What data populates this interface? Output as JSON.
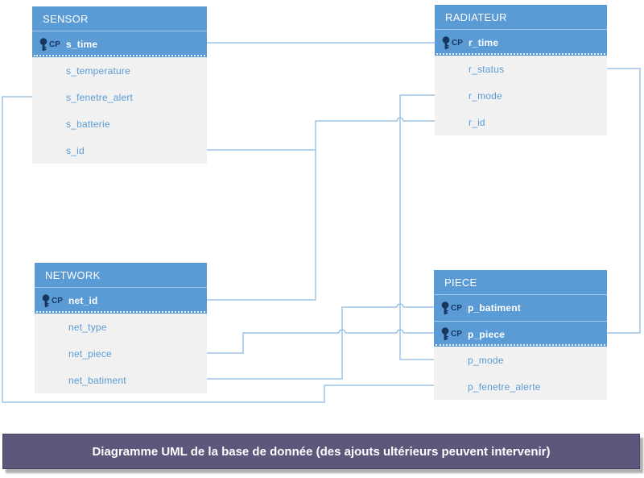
{
  "diagram": {
    "key_badge": "CP",
    "colors": {
      "accent_blue": "#5b9bd5",
      "table_body_gray": "#f1f1f1",
      "connector_blue": "#9dc3e6",
      "key_icon_navy": "#17375e",
      "caption_purple": "#5e577c"
    },
    "tables": {
      "sensor": {
        "title": "SENSOR",
        "primary_keys": [
          "s_time"
        ],
        "attributes": [
          "s_temperature",
          "s_fenetre_alert",
          "s_batterie",
          "s_id"
        ]
      },
      "radiateur": {
        "title": "RADIATEUR",
        "primary_keys": [
          "r_time"
        ],
        "attributes": [
          "r_status",
          "r_mode",
          "r_id"
        ]
      },
      "network": {
        "title": "NETWORK",
        "primary_keys": [
          "net_id"
        ],
        "attributes": [
          "net_type",
          "net_piece",
          "net_batiment"
        ]
      },
      "piece": {
        "title": "PIECE",
        "primary_keys": [
          "p_batiment",
          "p_piece"
        ],
        "attributes": [
          "p_mode",
          "p_fenetre_alerte"
        ]
      }
    },
    "relationships": [
      {
        "from": "SENSOR.s_time",
        "to": "RADIATEUR.r_time"
      },
      {
        "from": "RADIATEUR.r_id",
        "to": "NETWORK.net_id"
      },
      {
        "from": "SENSOR.s_id",
        "to": "NETWORK.net_id"
      },
      {
        "from": "RADIATEUR.r_mode",
        "to": "PIECE.p_mode"
      },
      {
        "from": "RADIATEUR.r_status",
        "to": "PIECE.p_piece"
      },
      {
        "from": "NETWORK.net_piece",
        "to": "PIECE.p_piece"
      },
      {
        "from": "NETWORK.net_batiment",
        "to": "PIECE.p_batiment"
      },
      {
        "from": "SENSOR.s_fenetre_alert",
        "to": "PIECE.p_fenetre_alerte"
      }
    ],
    "caption": "Diagramme UML de la base de donnée (des ajouts ultérieurs peuvent intervenir)"
  }
}
